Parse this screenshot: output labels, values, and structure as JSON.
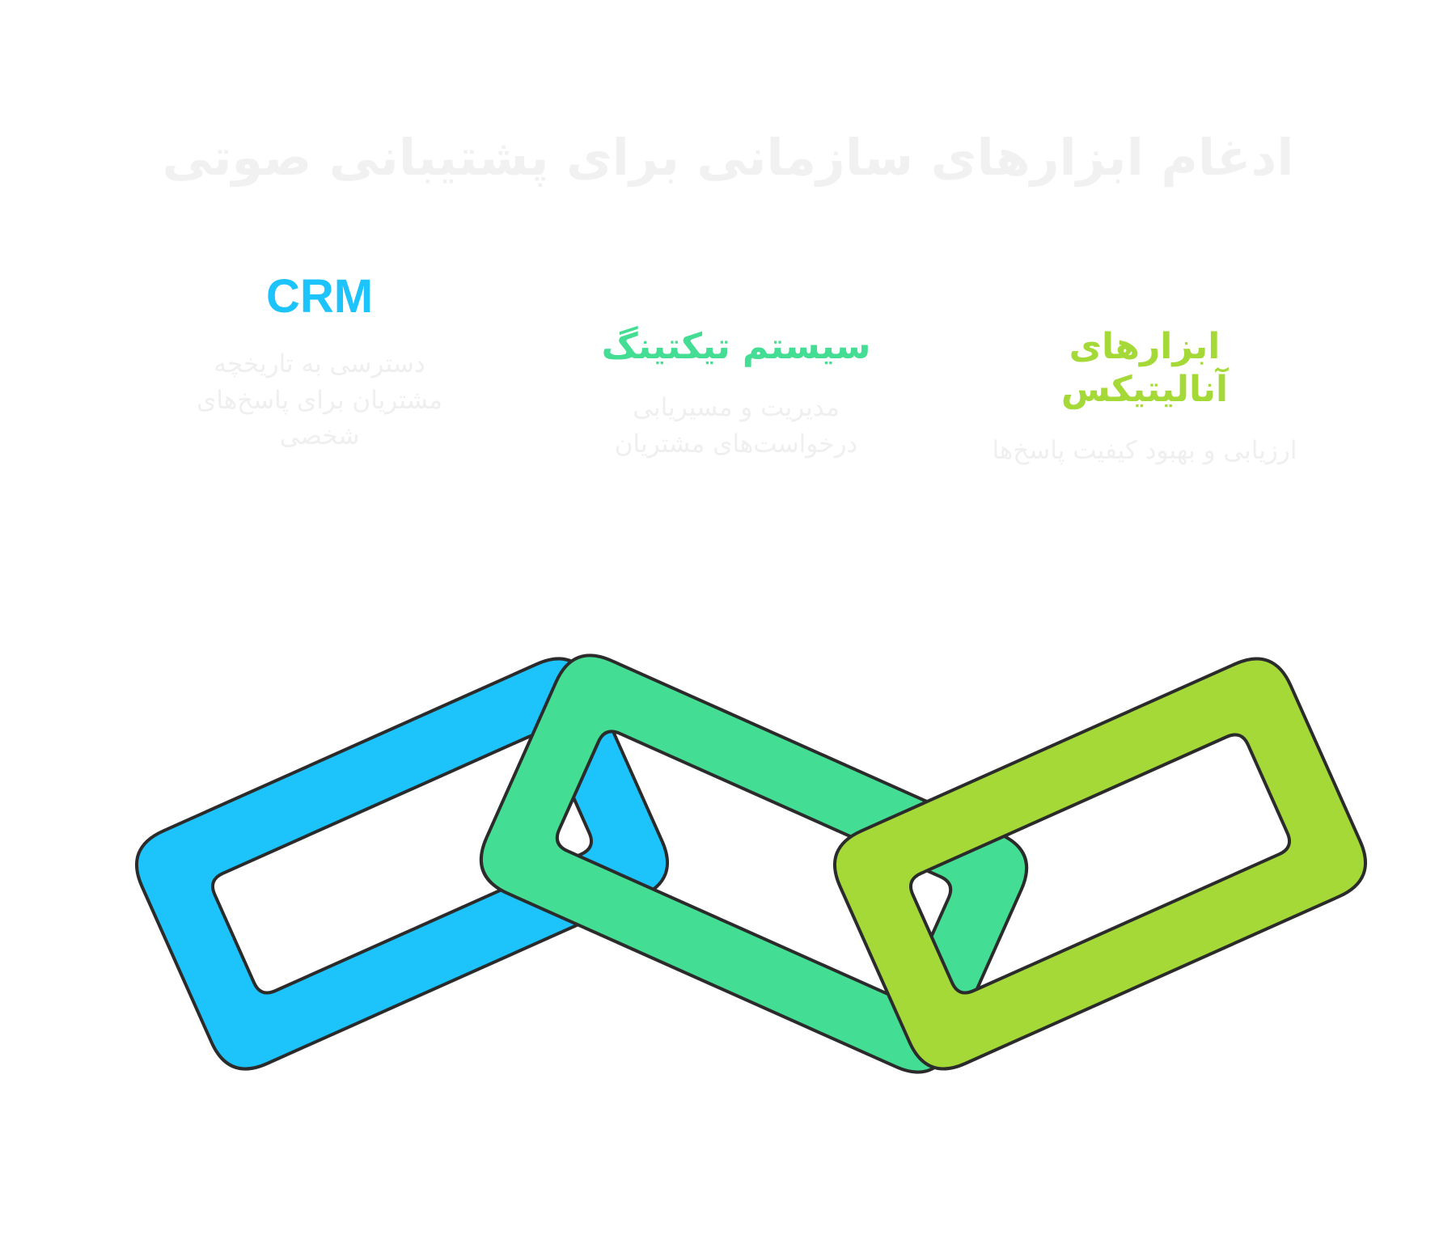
{
  "title": "ادغام ابزارهای سازمانی برای پشتیبانی صوتی",
  "links": [
    {
      "id": "crm",
      "heading": "CRM",
      "description": "دسترسی به تاریخچه مشتریان برای پاسخ‌های شخصی",
      "color": "#1dc3fb"
    },
    {
      "id": "ticketing",
      "heading": "سیستم تیکتینگ",
      "description": "مدیریت و مسیریابی درخواست‌های مشتریان",
      "color": "#43dd93"
    },
    {
      "id": "analytics",
      "heading": "ابزارهای آنالیتیکس",
      "description": "ارزیابی و بهبود کیفیت پاسخ‌ها",
      "color": "#a4d937"
    }
  ],
  "colors": {
    "title": "#f1f1f1",
    "description": "#efefef",
    "outline": "#2b2b2b"
  }
}
